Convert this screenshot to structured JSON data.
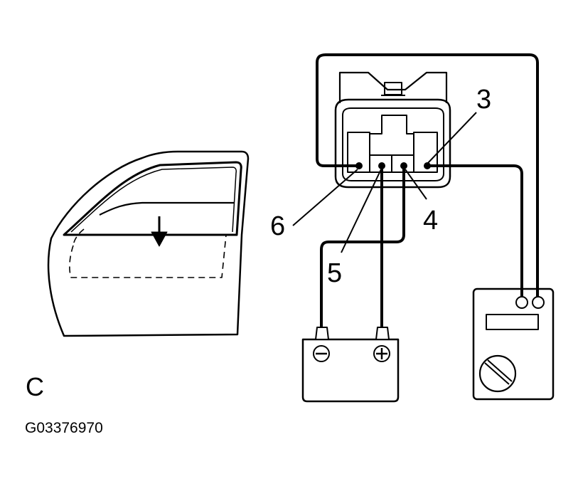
{
  "figure": {
    "panel_label": "C",
    "figure_code": "G03376970"
  },
  "connector": {
    "pins": [
      {
        "id": "3",
        "label": "3"
      },
      {
        "id": "4",
        "label": "4"
      },
      {
        "id": "5",
        "label": "5"
      },
      {
        "id": "6",
        "label": "6"
      }
    ]
  },
  "battery": {
    "negative_symbol": "⊖",
    "positive_symbol": "⊕"
  },
  "colors": {
    "ink": "#000000",
    "paper": "#ffffff"
  }
}
